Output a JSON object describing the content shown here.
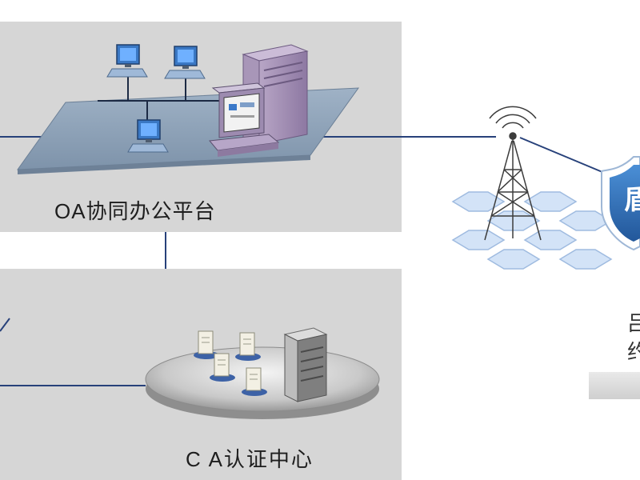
{
  "diagram": {
    "nodes": {
      "oa_platform": {
        "label": "OA协同办公平台"
      },
      "ca_center": {
        "label": "C A认证中心"
      },
      "badge_glyph": "盾",
      "edge_text_top": "吕",
      "edge_text_bottom": "约"
    },
    "icons": [
      "monitor-icon",
      "server-tower-icon",
      "workstation-icon",
      "radio-tower-icon",
      "shield-badge-icon",
      "server-rack-icon"
    ],
    "colors": {
      "panel": "#d6d6d6",
      "connector": "#27417a",
      "platform": "#8fa3b8",
      "shield": "#2f6fb3",
      "hex_tile": "#cfe0f5"
    }
  }
}
